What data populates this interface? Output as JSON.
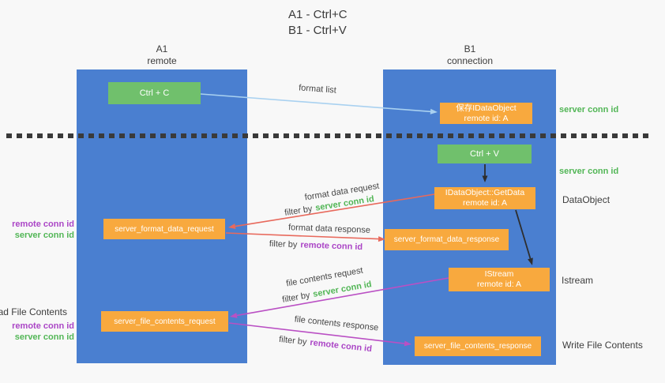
{
  "title": {
    "line1": "A1 - Ctrl+C",
    "line2": "B1 - Ctrl+V"
  },
  "lifelines": {
    "a": {
      "name": "A1",
      "role": "remote"
    },
    "b": {
      "name": "B1",
      "role": "connection"
    }
  },
  "nodes": {
    "ctrl_c": {
      "label": "Ctrl + C"
    },
    "save_idataobject": {
      "line1": "保存IDataObject",
      "line2": "remote id: A"
    },
    "ctrl_v": {
      "label": "Ctrl + V"
    },
    "getdata": {
      "line1": "IDataObject::GetData",
      "line2": "remote id: A"
    },
    "format_request": {
      "label": "server_format_data_request"
    },
    "format_response": {
      "label": "server_format_data_response"
    },
    "istream": {
      "line1": "IStream",
      "line2": "remote id: A"
    },
    "file_request": {
      "label": "server_file_contents_request"
    },
    "file_response": {
      "label": "server_file_contents_response"
    }
  },
  "flow_labels": {
    "format_list": "format list",
    "format_data_request": "format data request",
    "format_data_response": "format data response",
    "file_contents_request": "file contents request",
    "file_contents_response": "file contents response",
    "filter_by": "filter by",
    "server_conn_id": "server conn id",
    "remote_conn_id": "remote conn id"
  },
  "side_labels": {
    "server_conn_id_right_1": "server conn id",
    "server_conn_id_right_2": "server conn id",
    "dataobject": "DataObject",
    "istream": "Istream",
    "write_file_contents": "Write File Contents",
    "remote_conn_id_left_1": "remote conn id",
    "server_conn_id_left_1": "server conn id",
    "read_file_contents": "Read File Contents",
    "remote_conn_id_left_2": "remote conn id",
    "server_conn_id_left_2": "server conn id"
  },
  "colors": {
    "background": "#f8f8f8",
    "column_blue": "#4a7fd0",
    "node_green": "#70c06c",
    "node_orange": "#f8a93e",
    "label_green": "#52b656",
    "label_purple": "#ab46c6",
    "arrow_blue": "#a9d1f0",
    "arrow_red": "#e8695c",
    "arrow_magenta": "#ba50c4",
    "arrow_black": "#2e2e2e",
    "text_dark": "#3d3d3d"
  }
}
